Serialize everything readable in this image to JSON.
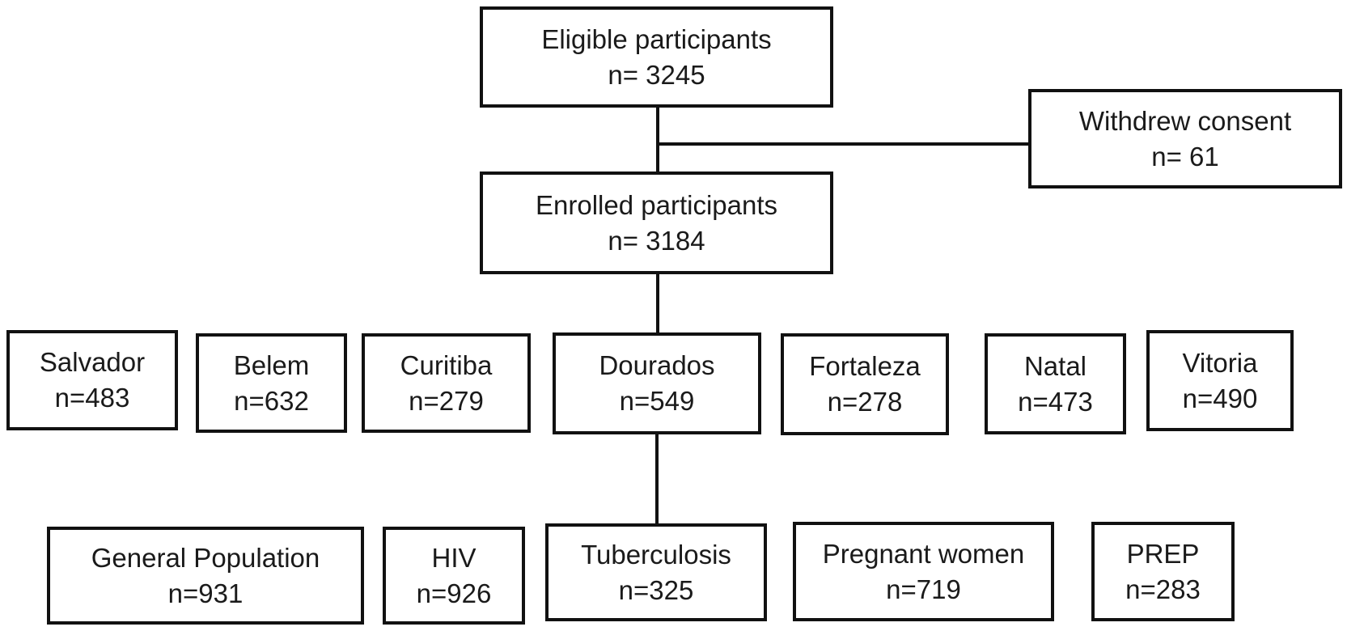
{
  "nodes": {
    "eligible": {
      "label": "Eligible participants",
      "count": "n= 3245"
    },
    "withdrew": {
      "label": "Withdrew consent",
      "count": "n= 61"
    },
    "enrolled": {
      "label": "Enrolled participants",
      "count": "n= 3184"
    },
    "sites": [
      {
        "label": "Salvador",
        "count": "n=483"
      },
      {
        "label": "Belem",
        "count": "n=632"
      },
      {
        "label": "Curitiba",
        "count": "n=279"
      },
      {
        "label": "Dourados",
        "count": "n=549"
      },
      {
        "label": "Fortaleza",
        "count": "n=278"
      },
      {
        "label": "Natal",
        "count": "n=473"
      },
      {
        "label": "Vitoria",
        "count": "n=490"
      }
    ],
    "groups": [
      {
        "label": "General Population",
        "count": "n=931"
      },
      {
        "label": "HIV",
        "count": "n=926"
      },
      {
        "label": "Tuberculosis",
        "count": "n=325"
      },
      {
        "label": "Pregnant women",
        "count": "n=719"
      },
      {
        "label": "PREP",
        "count": "n=283"
      }
    ]
  }
}
